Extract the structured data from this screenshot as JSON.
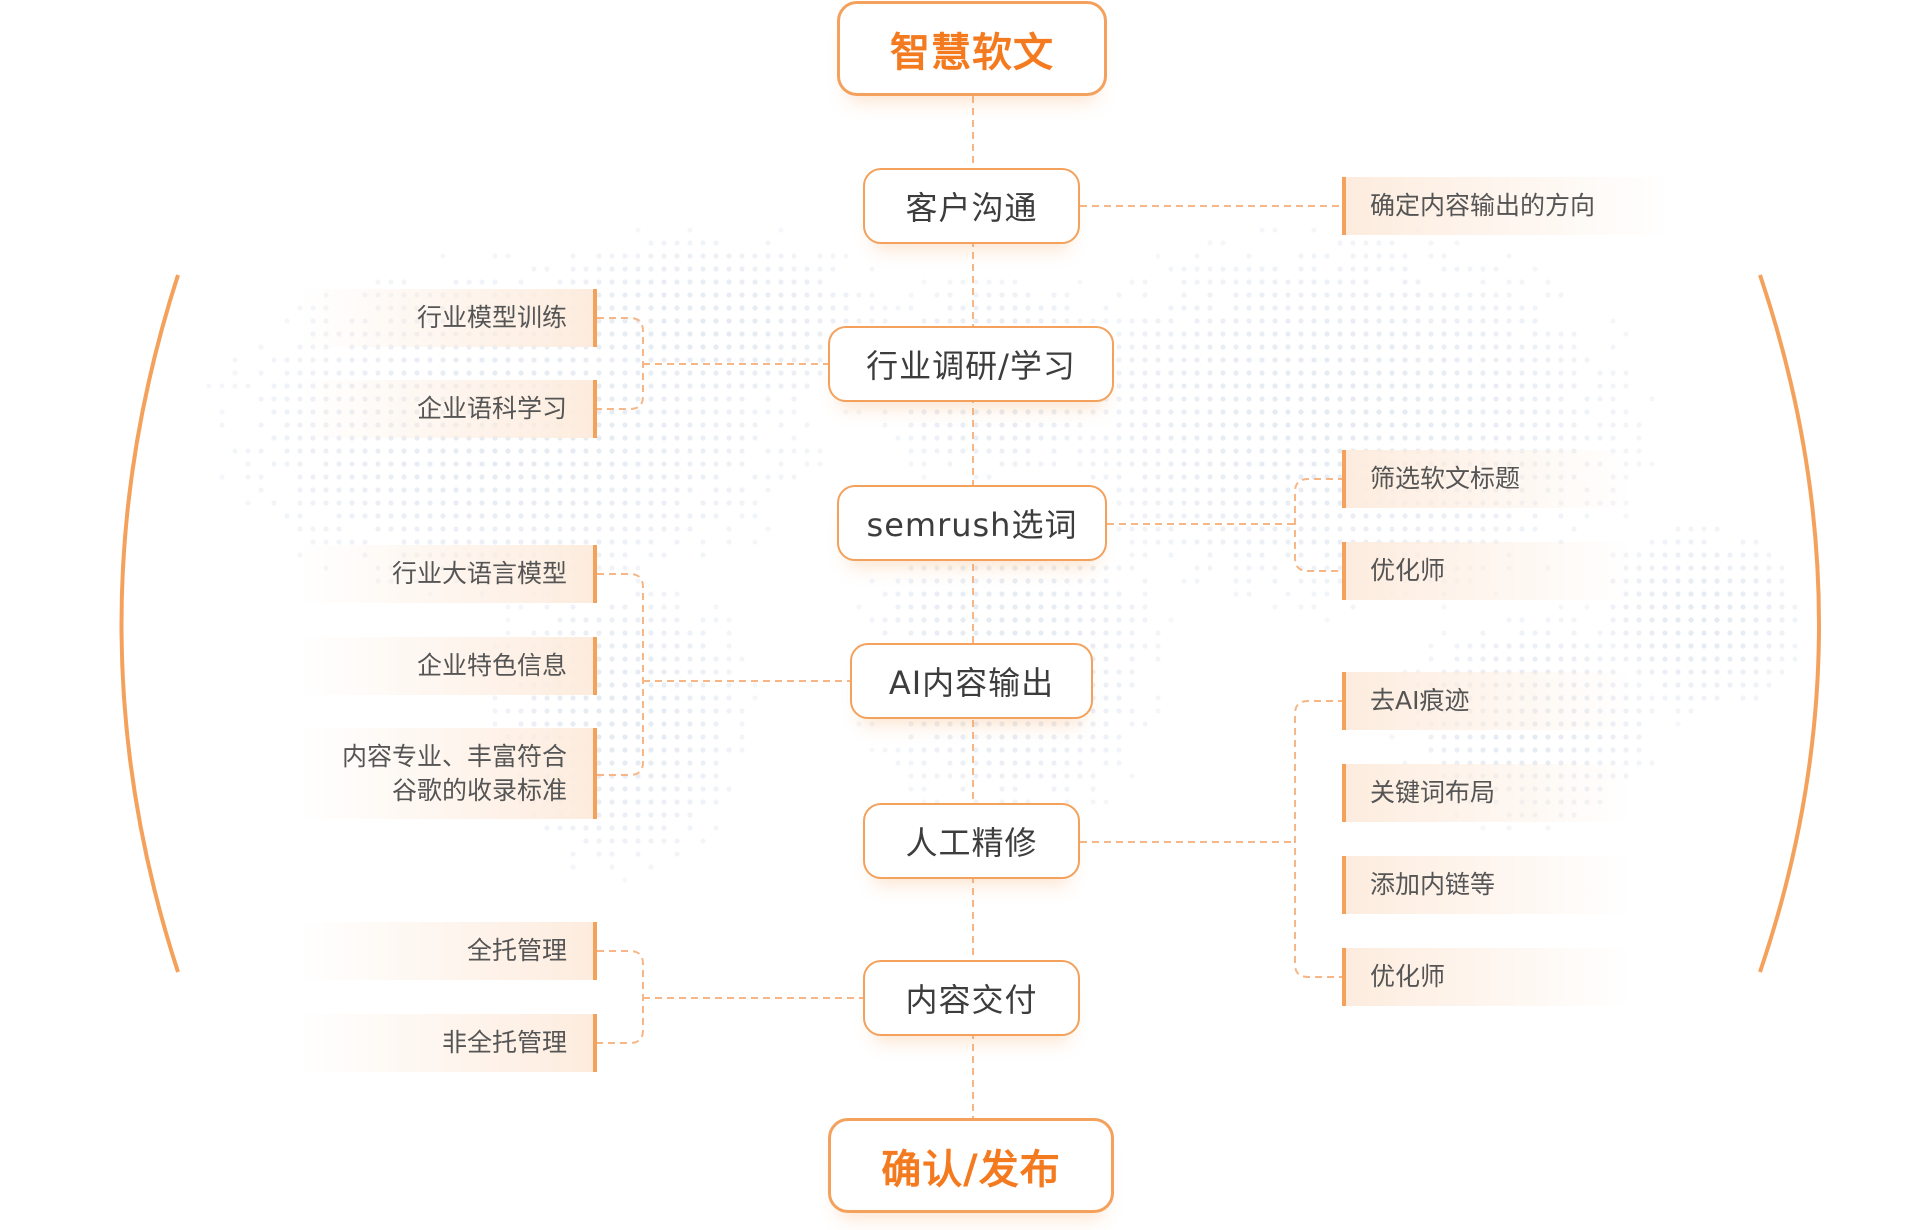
{
  "top": "智慧软文",
  "steps": [
    "客户沟通",
    "行业调研/学习",
    "semrush选词",
    "AI内容输出",
    "人工精修",
    "内容交付"
  ],
  "bottom": "确认/发布",
  "left_tags": {
    "research": [
      "行业模型训练",
      "企业语科学习"
    ],
    "ai_output": [
      "行业大语言模型",
      "企业特色信息",
      "内容专业、丰富符合\n谷歌的收录标准"
    ],
    "delivery": [
      "全托管理",
      "非全托管理"
    ]
  },
  "right_tags": {
    "communication": [
      "确定内容输出的方向"
    ],
    "keywords": [
      "筛选软文标题",
      "优化师"
    ],
    "refine": [
      "去AI痕迹",
      "关键词布局",
      "添加内链等",
      "优化师"
    ]
  },
  "colors": {
    "accent": "#f47a1f",
    "border": "#f3a15c",
    "tag_bg": "#fdecde",
    "dash": "#f6b685",
    "map_dots": "#e6ebf2"
  }
}
